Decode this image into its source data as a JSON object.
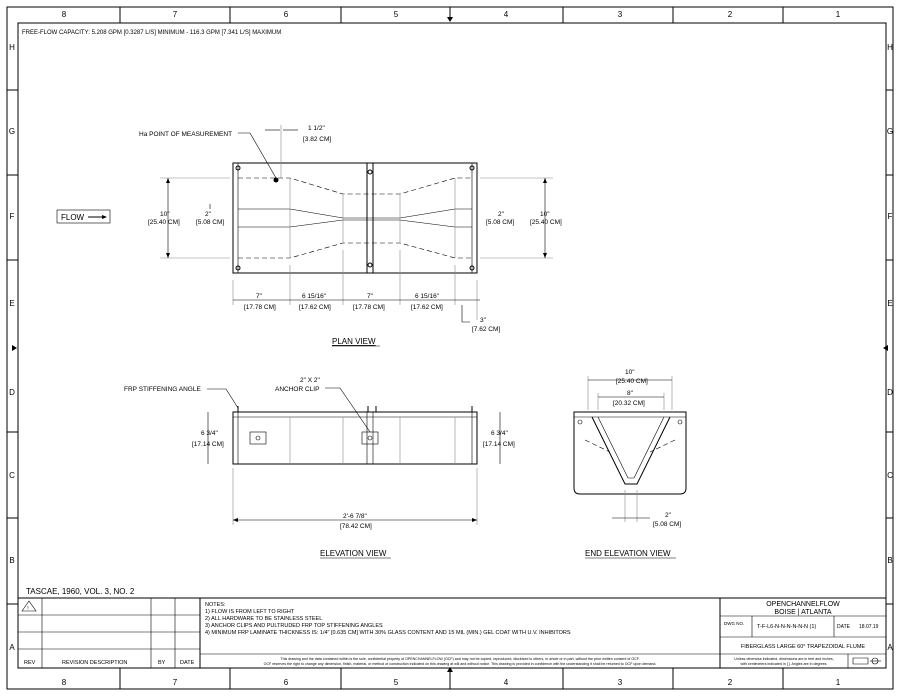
{
  "border": {
    "columns": [
      "8",
      "7",
      "6",
      "5",
      "4",
      "3",
      "2",
      "1"
    ],
    "rows": [
      "H",
      "G",
      "F",
      "E",
      "D",
      "C",
      "B",
      "A"
    ]
  },
  "capacity_note": "FREE-FLOW CAPACITY:  5.208 GPM [0.3287 L/S] MINIMUM - 116.3 GPM [7.341 L/S] MAXIMUM",
  "flow_label": "FLOW",
  "plan_view": {
    "title": "PLAN VIEW",
    "ha_label": "Ha POINT OF MEASUREMENT",
    "ha_dim": "1 1/2\"",
    "ha_dim_metric": "[3.82 CM]",
    "width_in": "10\"",
    "width_cm": "[25.40 CM]",
    "throat_in": "2\"",
    "throat_cm": "[5.08 CM]",
    "seg1_in": "7\"",
    "seg1_cm": "[17.78 CM]",
    "seg2_in": "6 15/16\"",
    "seg2_cm": "[17.62 CM]",
    "seg3_in": "7\"",
    "seg3_cm": "[17.78 CM]",
    "seg4_in": "6 15/16\"",
    "seg4_cm": "[17.62 CM]",
    "end_in": "3\"",
    "end_cm": "[7.62 CM]"
  },
  "elevation_view": {
    "title": "ELEVATION VIEW",
    "stiffening_label": "FRP STIFFENING ANGLE",
    "clip_size": "2\" X 2\"",
    "clip_label": "ANCHOR CLIP",
    "height_in": "6 3/4\"",
    "height_cm": "[17.14 CM]",
    "length_in": "2'-6 7/8\"",
    "length_cm": "[78.42 CM]"
  },
  "end_elevation_view": {
    "title": "END ELEVATION VIEW",
    "top_in": "10\"",
    "top_cm": "[25.40 CM]",
    "mid_in": "8\"",
    "mid_cm": "[20.32 CM]",
    "bottom_in": "2\"",
    "bottom_cm": "[5.08 CM]"
  },
  "reference": "TASCAE, 1960, VOL. 3, NO. 2",
  "notes": {
    "heading": "NOTES:",
    "items": [
      "1) FLOW IS FROM LEFT TO RIGHT",
      "2) ALL HARDWARE TO BE STAINLESS STEEL",
      "3) ANCHOR CLIPS AND PULTRUDED FRP TOP STIFFENING ANGLES",
      "4) MINIMUM FRP LAMINATE THICKNESS IS:  1/4\" [0.635 CM]  WITH 30% GLASS CONTENT AND 15 MIL (MIN.) GEL COAT WITH U.V. INHIBITORS"
    ]
  },
  "revision_table": {
    "headers": [
      "REV",
      "REVISION DESCRIPTION",
      "BY",
      "DATE"
    ]
  },
  "confidential": [
    "This drawing and the data contained within is the sole, confidential property of OPENCHANNELFLOW (OCF) and may not be copied, reproduced, disclosed to others, in whole or in part, without the prior written consent of OCF.",
    "OCF reserves the right to change any dimension, finish, material, or method of construction indicated on this drawing at will and without notice.  This drawing is provided in confidence with the understanding it shall be returned to OCF upon demand."
  ],
  "title_block": {
    "company": "OPENCHANNELFLOW",
    "location": "BOISE | ATLANTA",
    "dwg_label": "DWG NO.",
    "dwg_no": "T-F-L6-N-N-N-N-N-N (1)",
    "date_label": "DATE",
    "date": "18.07.19",
    "description": "FIBERGLASS LARGE 60° TRAPEZOIDAL FLUME",
    "units_note_1": "Unless otherwise indicated, dimensions are in feet and inches,",
    "units_note_2": "with centimeters indicated in [ ].  Angles are in degrees."
  }
}
